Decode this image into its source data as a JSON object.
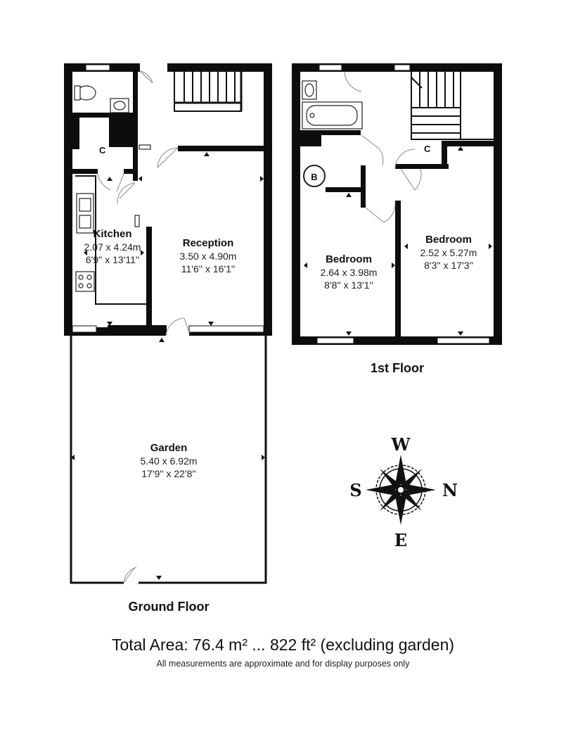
{
  "rooms": {
    "kitchen": {
      "name": "Kitchen",
      "metric": "2.07 x 4.24m",
      "imperial": "6'9'' x 13'11''"
    },
    "reception": {
      "name": "Reception",
      "metric": "3.50 x 4.90m",
      "imperial": "11'6'' x 16'1''"
    },
    "garden": {
      "name": "Garden",
      "metric": "5.40 x 6.92m",
      "imperial": "17'9'' x 22'8''"
    },
    "bedroom1": {
      "name": "Bedroom",
      "metric": "2.64 x 3.98m",
      "imperial": "8'8'' x 13'1''"
    },
    "bedroom2": {
      "name": "Bedroom",
      "metric": "2.52 x 5.27m",
      "imperial": "8'3'' x 17'3''"
    }
  },
  "labels": {
    "cupboard_ground": "C",
    "cupboard_first": "C",
    "boiler": "B"
  },
  "floors": {
    "ground": "Ground Floor",
    "first": "1st Floor"
  },
  "compass": {
    "top": "W",
    "left": "S",
    "right": "N",
    "bottom": "E"
  },
  "footer": {
    "total_area": "Total Area: 76.4 m² ... 822 ft² (excluding garden)",
    "disclaimer": "All measurements are approximate and for display purposes only"
  }
}
